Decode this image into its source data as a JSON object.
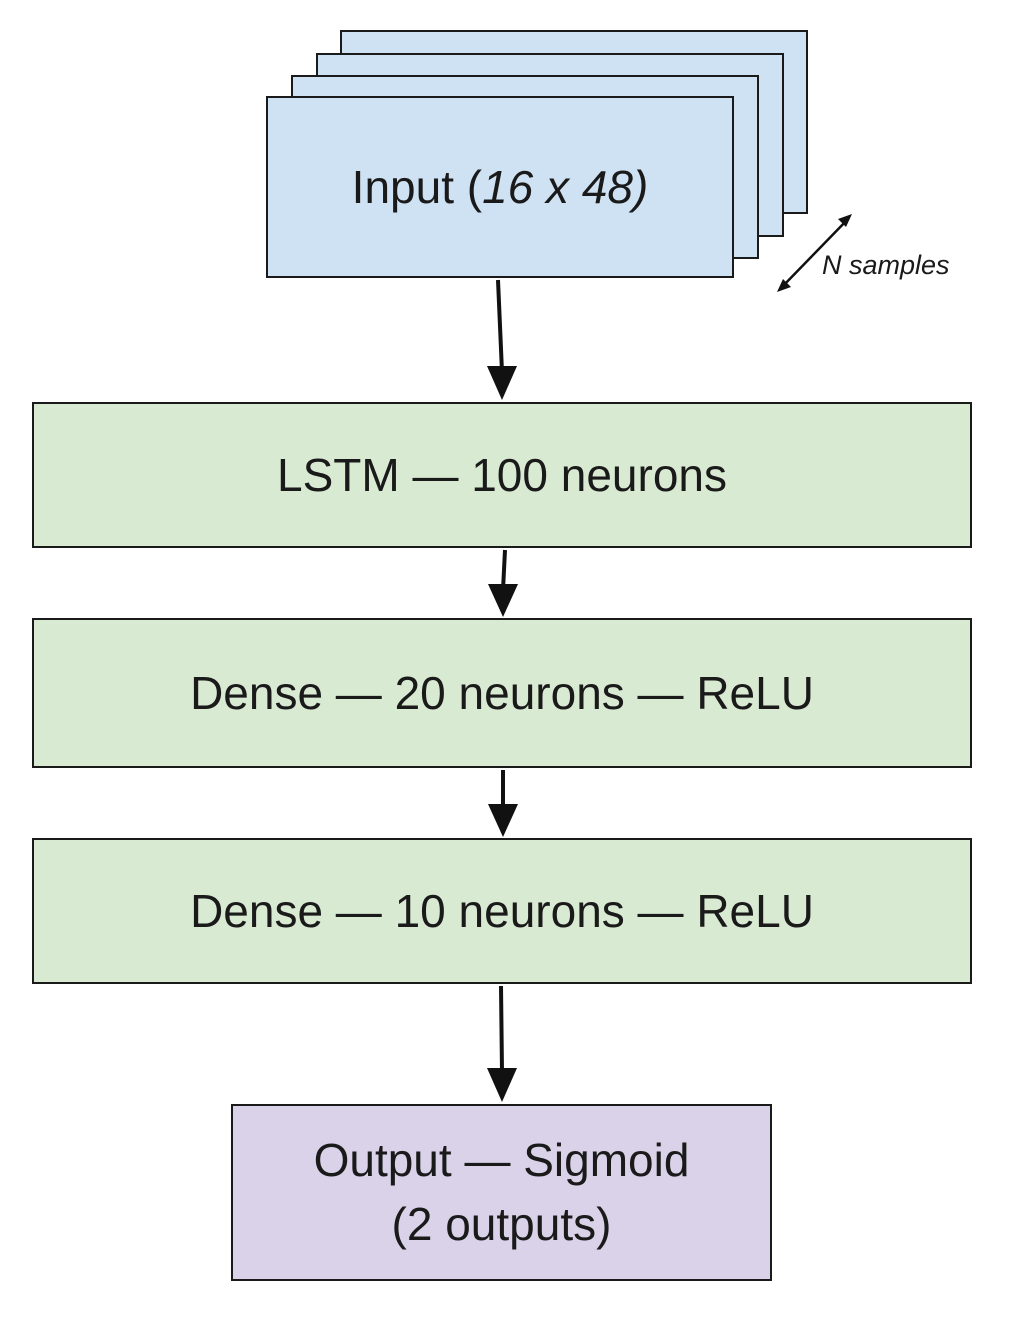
{
  "diagram": {
    "input": {
      "label": "Input (",
      "dims": "16 x 48)",
      "stack_label": "N samples",
      "color": "#cfe2f3"
    },
    "layers": [
      {
        "label": "LSTM — 100 neurons",
        "color": "#d9ead3"
      },
      {
        "label": "Dense — 20 neurons — ReLU",
        "color": "#d9ead3"
      },
      {
        "label": "Dense — 10 neurons — ReLU",
        "color": "#d9ead3"
      }
    ],
    "output": {
      "line1": "Output — Sigmoid",
      "line2": "(2 outputs)",
      "color": "#d9d2e9"
    }
  }
}
